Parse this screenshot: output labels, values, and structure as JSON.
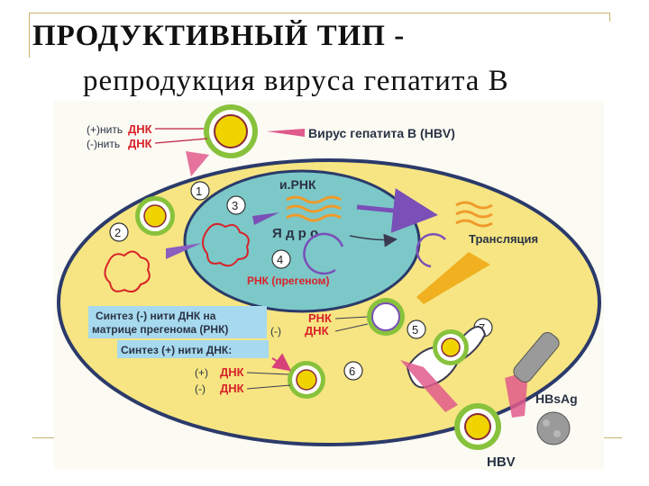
{
  "title": {
    "line1": "ПРОДУКТИВНЫЙ ТИП -",
    "line2": "репродукция вируса гепатита В"
  },
  "colors": {
    "cell": "#f6e582",
    "nucleus": "#7cc8c8",
    "red_label": "#d8222a",
    "dark_label": "#2a3344",
    "synth_box": "#a7d9ef",
    "virus_outer": "#88c23c",
    "virus_mid": "#f0d400",
    "arrow_pink": "#e05a8c",
    "arrow_purple": "#8a5fc0",
    "arrow_orange": "#f0b020",
    "rna_orange": "#f19a2a"
  },
  "labels": {
    "plus_strand": "(+)нить",
    "minus_strand": "(-)нить",
    "dna": "ДНК",
    "virus_hbv": "Вирус гепатита В (HBV)",
    "mrna": "и.РНК",
    "nucleus": "Я д р о",
    "translation": "Трансляция",
    "rna_pregenome": "РНК (прегеном)",
    "synth_minus": "Синтез (-) нити ДНК на матрице прегенома (РНК)",
    "synth_minus_line1": "Синтез (-) нити ДНК на",
    "synth_minus_line2": "матрице прегенома (РНК)",
    "synth_plus": "Синтез (+) нити ДНК:",
    "rna": "РНК",
    "plus_paren": "(+)",
    "minus_paren": "(-)",
    "hbsag": "HBsAg",
    "hbv": "HBV"
  },
  "steps": [
    "1",
    "2",
    "3",
    "4",
    "5",
    "6",
    "7"
  ]
}
